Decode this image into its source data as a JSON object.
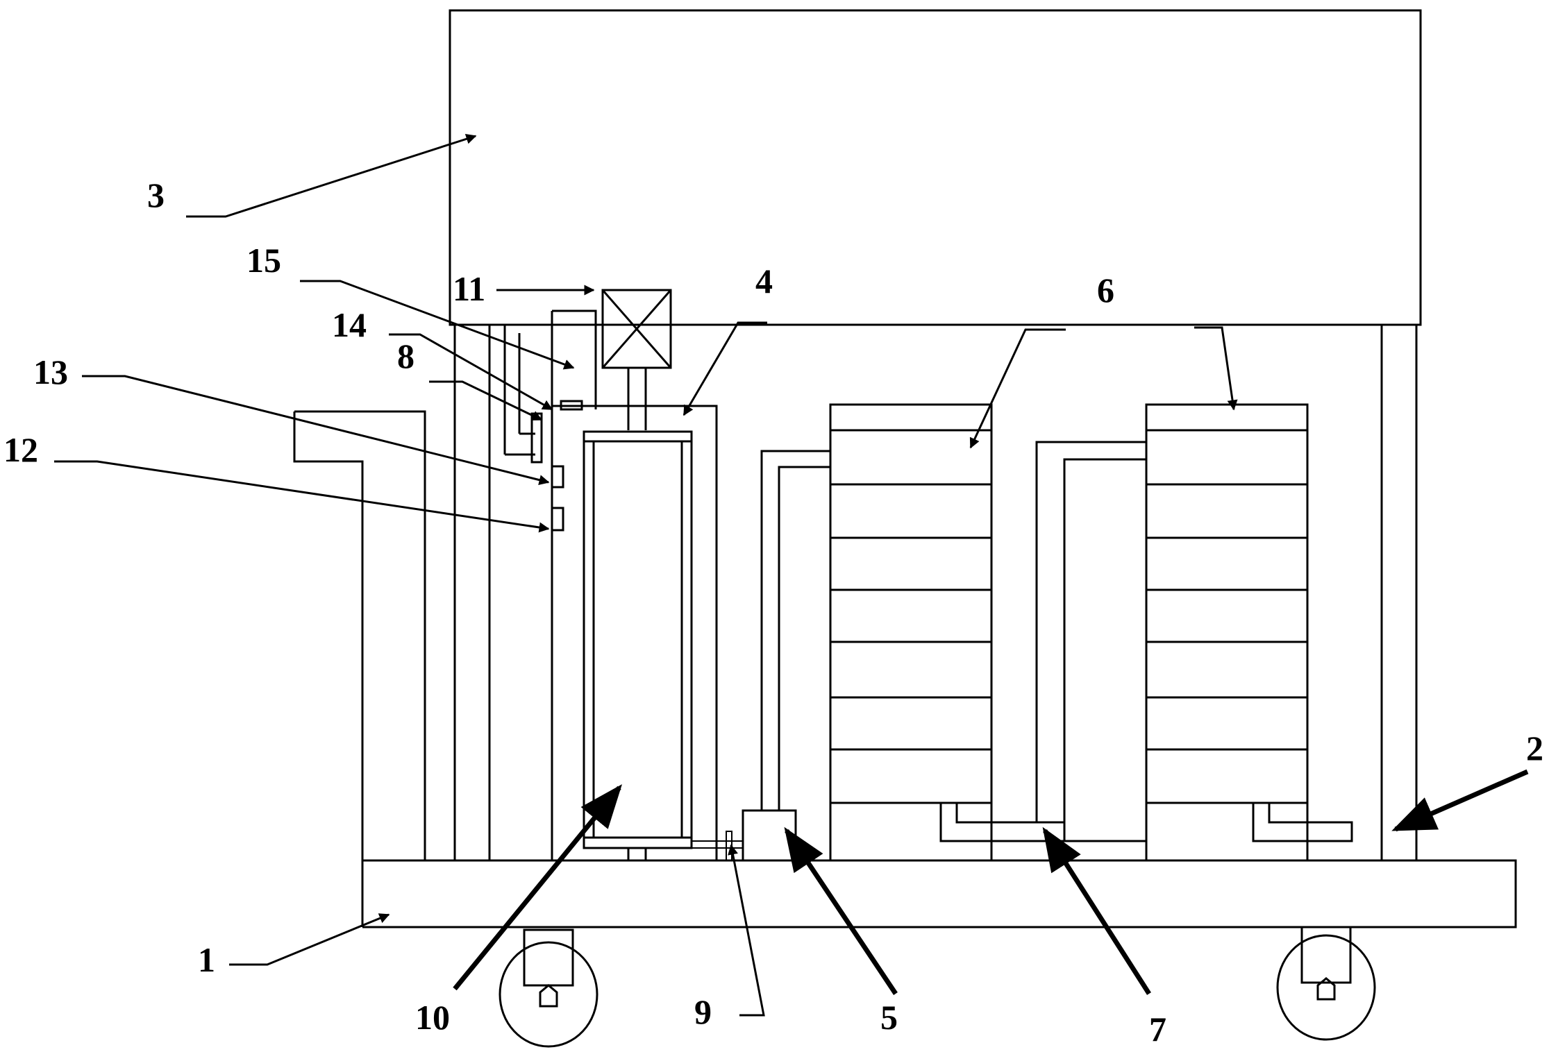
{
  "diagram": {
    "labels": {
      "l1": "1",
      "l2": "2",
      "l3": "3",
      "l4": "4",
      "l5": "5",
      "l6": "6",
      "l7": "7",
      "l8": "8",
      "l9": "9",
      "l10": "10",
      "l11": "11",
      "l12": "12",
      "l13": "13",
      "l14": "14",
      "l15": "15"
    },
    "colors": {
      "line": "#000000",
      "background": "#ffffff"
    },
    "battery_stacks": [
      {
        "modules": 8
      },
      {
        "modules": 8
      }
    ]
  }
}
